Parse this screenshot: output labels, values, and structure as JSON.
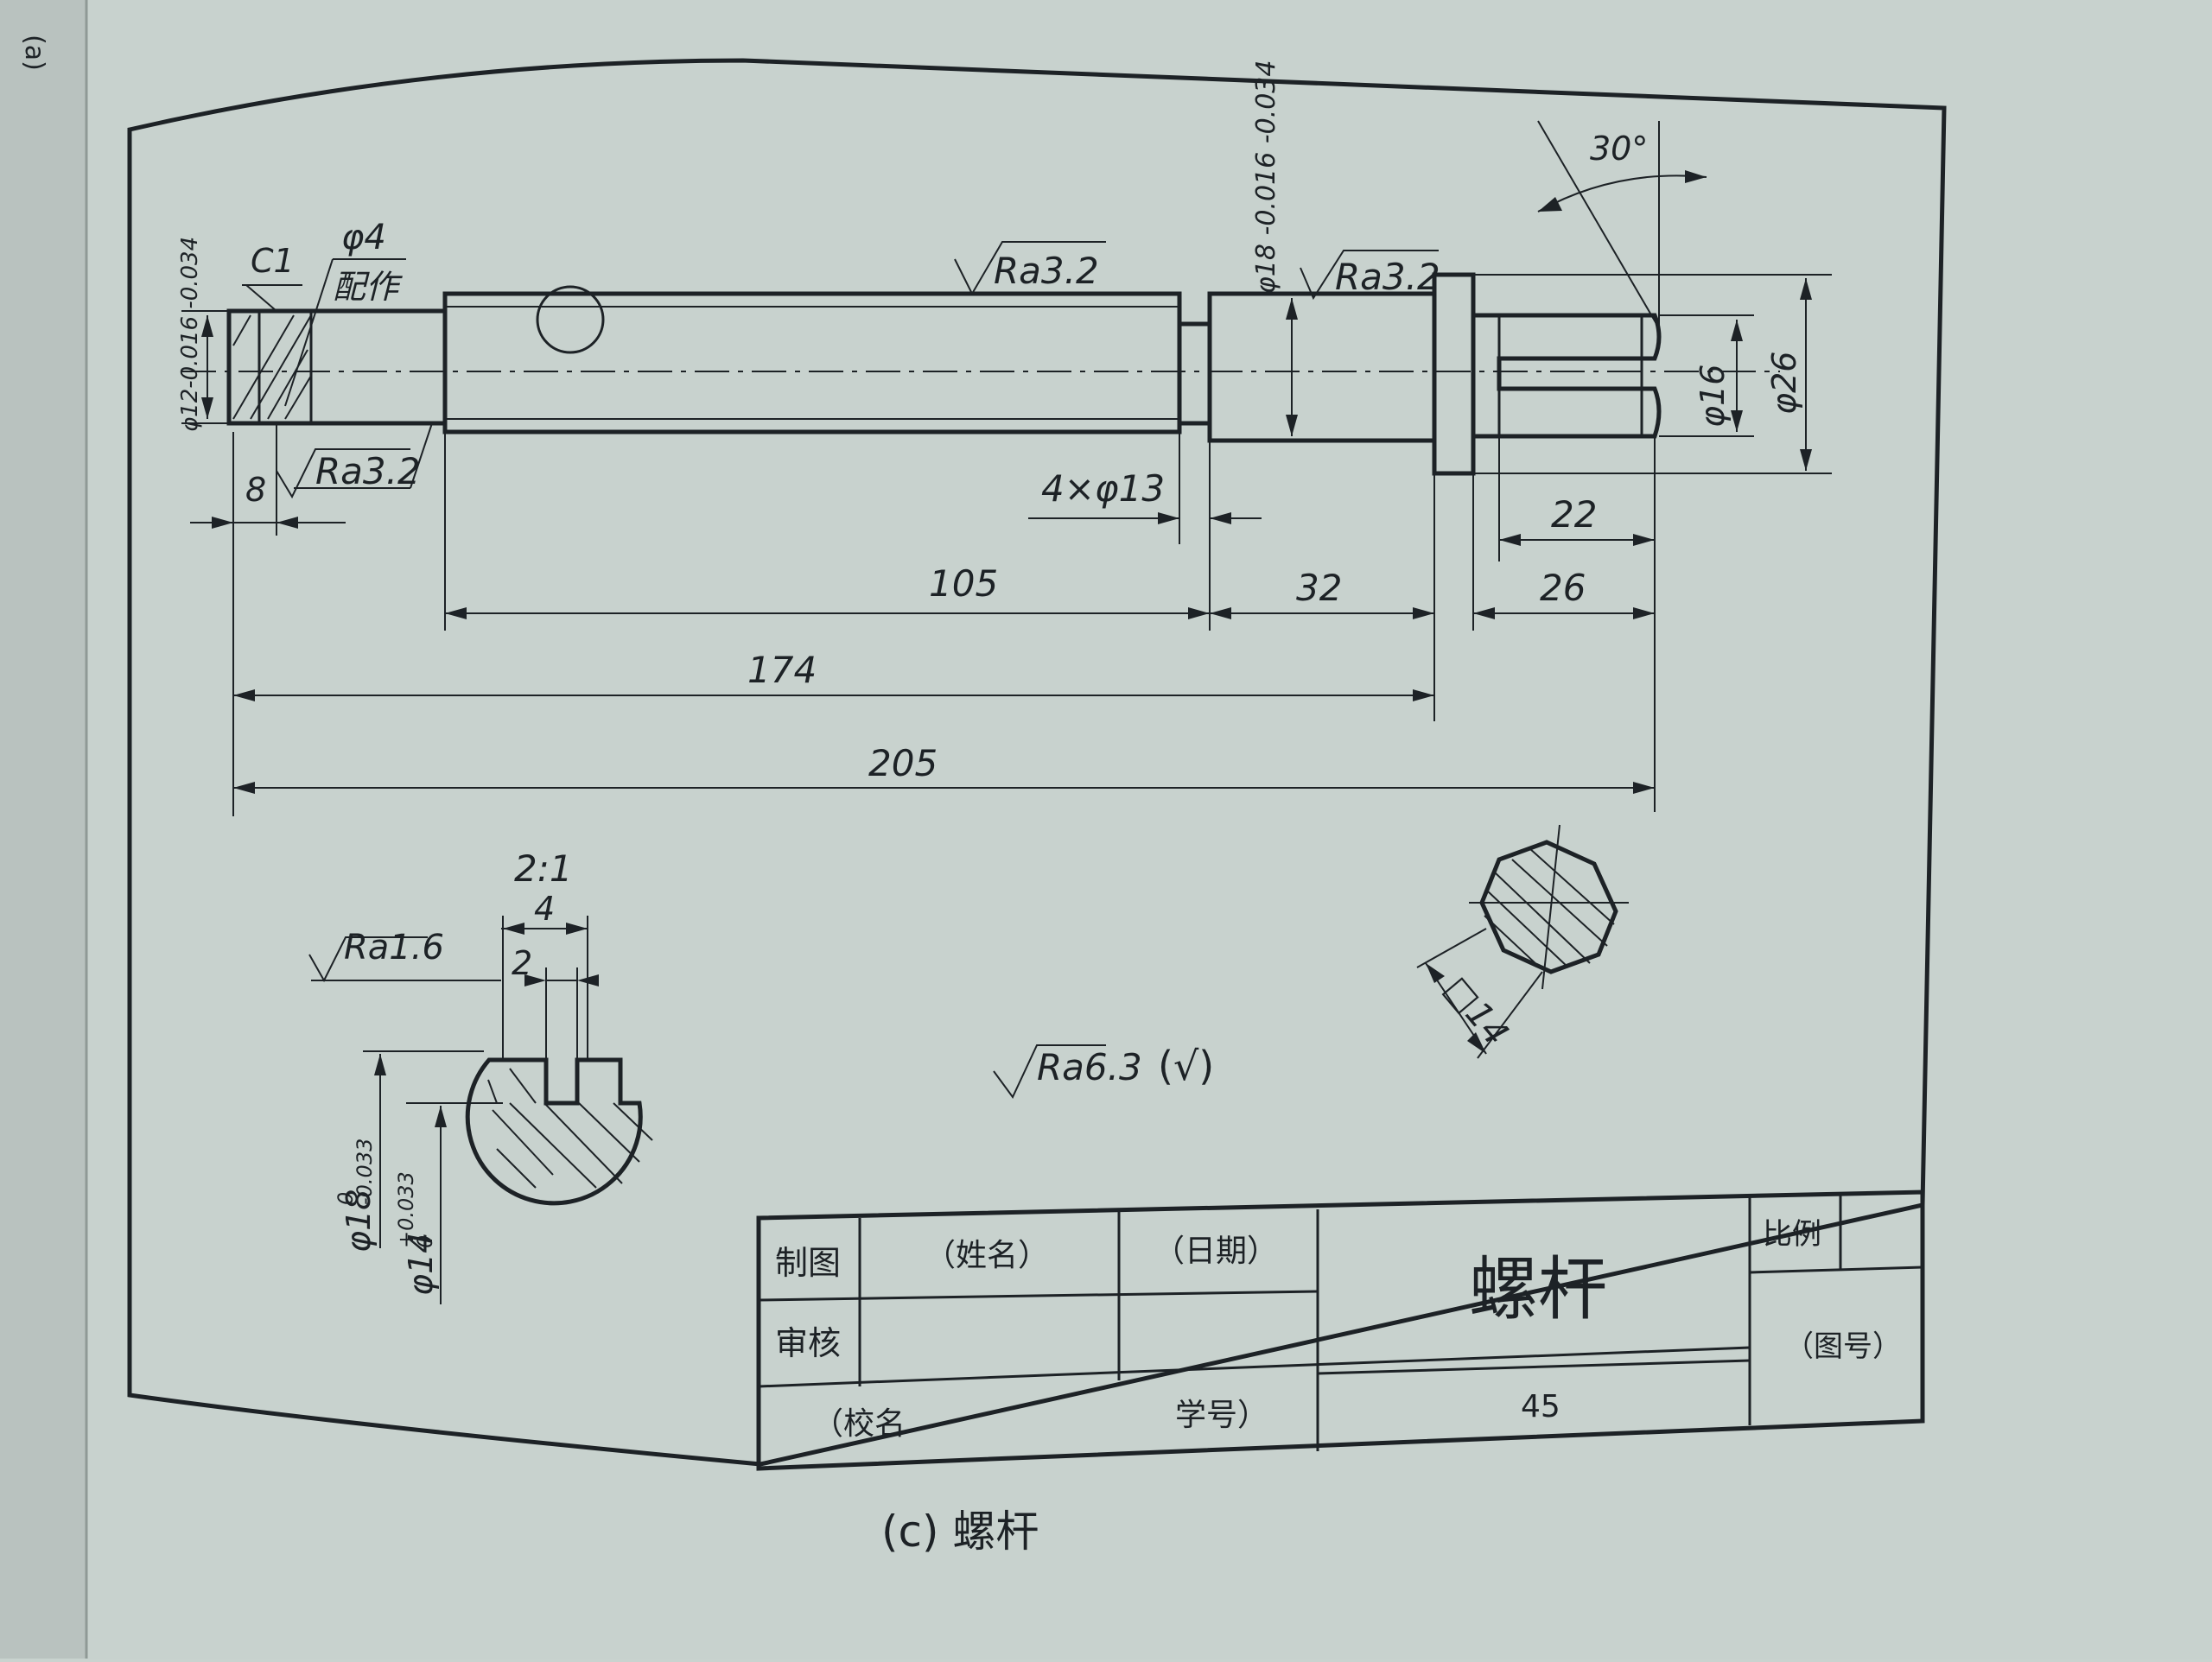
{
  "dimensions": {
    "d12_tol": "φ12-0.016 -0.034",
    "c1": "C1",
    "d4": "φ4",
    "peizuo": "配作",
    "len8": "8",
    "ra32_left": "Ra3.2",
    "ra32_mid": "Ra3.2",
    "ra32_right": "Ra3.2",
    "d18_tol": "φ18 -0.016 -0.034",
    "angle30": "30°",
    "d16": "φ16",
    "d26": "φ26",
    "groove": "4×φ13",
    "len22": "22",
    "len105": "105",
    "len32": "32",
    "len26": "26",
    "len174": "174",
    "len205": "205"
  },
  "section": {
    "scale": "2:1",
    "len4": "4",
    "len2": "2",
    "ra16": "Ra1.6",
    "d18": "φ18",
    "d18_up": "0",
    "d18_low": "-0.033",
    "d14": "φ14",
    "d14_up": "+0.033",
    "d14_low": "0"
  },
  "square": {
    "label": "□14"
  },
  "general_roughness": {
    "value": "Ra6.3",
    "suffix": "(√)"
  },
  "title_block": {
    "drawn_by": "制图",
    "name": "（姓名）",
    "date": "（日期）",
    "checked_by": "审核",
    "school": "（校名",
    "student_no": "学号）",
    "part_name": "螺杆",
    "scale_label": "比例",
    "drawing_no": "（图号）",
    "material": "45"
  },
  "caption": "(c) 螺杆",
  "margin_mark": "(a)"
}
